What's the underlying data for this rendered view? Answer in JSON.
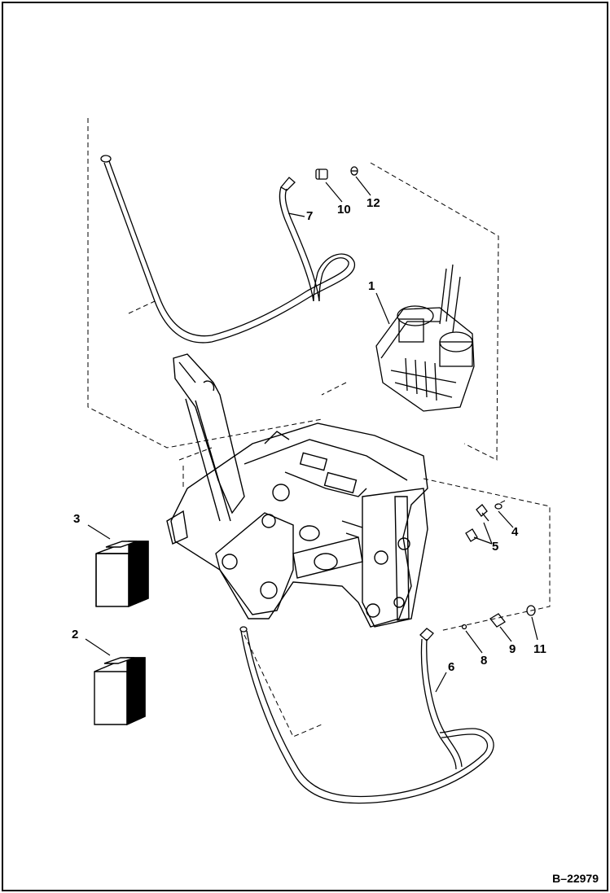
{
  "diagram": {
    "callouts": [
      "1",
      "2",
      "3",
      "4",
      "5",
      "6",
      "7",
      "8",
      "9",
      "10",
      "11",
      "12"
    ],
    "figure_id": "B–22979"
  },
  "colors": {
    "line": "#000000",
    "background": "#ffffff"
  }
}
